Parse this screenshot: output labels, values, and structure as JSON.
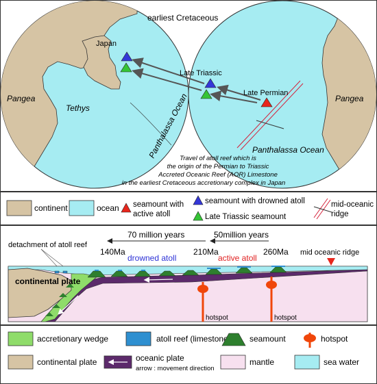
{
  "colors": {
    "continent": "#d6c4a4",
    "ocean": "#a6ecf2",
    "oceanic_plate": "#5c2a6b",
    "mantle": "#f7e0ef",
    "accretionary_wedge": "#8fdc6a",
    "atoll_reef": "#2e8fd0",
    "seamount": "#2e7f2e",
    "hotspot": "#f0460a",
    "red_triangle": "#e8261c",
    "blue_triangle": "#3437d8",
    "green_triangle": "#35c436",
    "label_blue": "#2d32d6",
    "label_red": "#e02020"
  },
  "map": {
    "title": "earliest Cretaceous",
    "labels": {
      "japan": "Japan",
      "pangea_left": "Pangea",
      "pangea_right": "Pangea",
      "tethys": "Tethys",
      "panthalassa_left": "Panthalassa Ocean",
      "panthalassa_right": "Panthalassa Ocean",
      "late_triassic": "Late Triassic",
      "late_permian": "Late Permian"
    },
    "caption": [
      "Travel of atoll reef which is",
      "the origin of the Permian to Triassic",
      "Accreted Oceanic Reef (AOR) Limestone",
      "in the earliest Cretaceous accretionary complex in Japan"
    ]
  },
  "legend1": {
    "continent": "continent",
    "ocean": "ocean",
    "seamount_active_atoll": [
      "seamount with",
      "active atoll"
    ],
    "seamount_drowned_atoll": "seamount with drowned atoll",
    "late_triassic_seamount": "Late Triassic seamount",
    "mid_oceanic_ridge": [
      "mid-oceanic",
      "ridge"
    ]
  },
  "cross_section": {
    "detachment": "detachment of atoll reef",
    "span_70": "70 million years",
    "span_50": "50million years",
    "age_140": "140Ma",
    "age_210": "210Ma",
    "age_260": "260Ma",
    "drowned_atoll": "drowned atoll",
    "active_atoll": "active atoll",
    "mid_oceanic_ridge": "mid oceanic ridge",
    "continental_plate": "continental plate",
    "hotspot_1": "hotspot",
    "hotspot_2": "hotspot"
  },
  "legend2": {
    "accretionary_wedge": "accretionary wedge",
    "atoll_reef": "atoll reef (limestone)",
    "seamount": "seamount",
    "hotspot": "hotspot",
    "continental_plate": "continental plate",
    "oceanic_plate": "oceanic plate",
    "arrow_note": "arrow : movement direction",
    "mantle": "mantle",
    "sea_water": "sea water"
  }
}
